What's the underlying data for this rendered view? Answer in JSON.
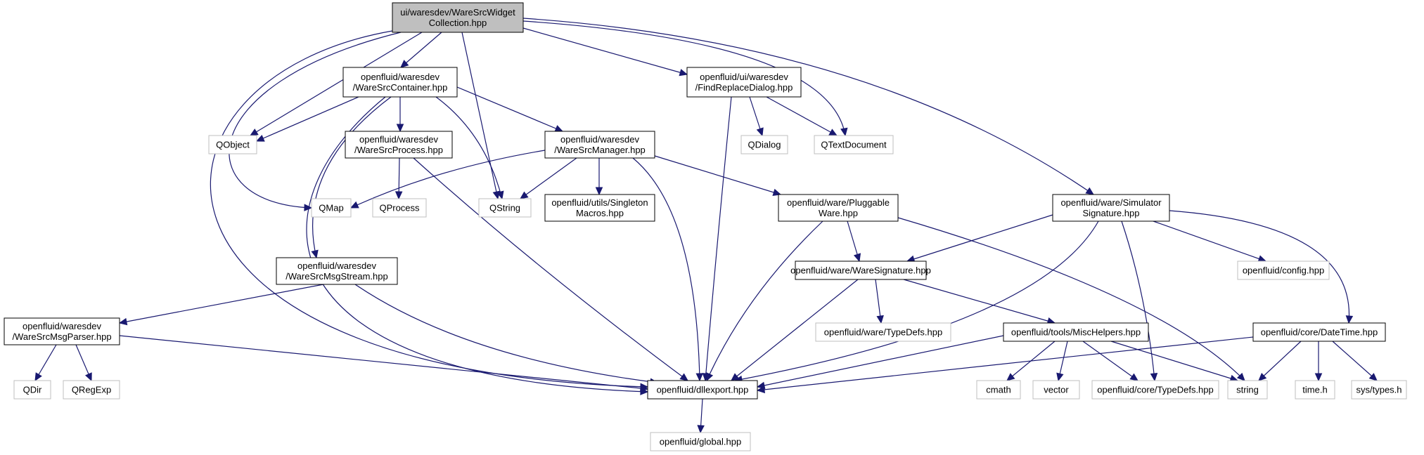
{
  "graph": {
    "nodes": [
      {
        "id": "root",
        "kind": "focus",
        "lines": [
          "ui/waresdev/WareSrcWidget",
          "Collection.hpp"
        ]
      },
      {
        "id": "container",
        "kind": "solid",
        "lines": [
          "openfluid/waresdev",
          "/WareSrcContainer.hpp"
        ]
      },
      {
        "id": "findreplace",
        "kind": "solid",
        "lines": [
          "openfluid/ui/waresdev",
          "/FindReplaceDialog.hpp"
        ]
      },
      {
        "id": "qobject",
        "kind": "ext",
        "lines": [
          "QObject"
        ]
      },
      {
        "id": "process",
        "kind": "solid",
        "lines": [
          "openfluid/waresdev",
          "/WareSrcProcess.hpp"
        ]
      },
      {
        "id": "manager",
        "kind": "solid",
        "lines": [
          "openfluid/waresdev",
          "/WareSrcManager.hpp"
        ]
      },
      {
        "id": "qdialog",
        "kind": "ext",
        "lines": [
          "QDialog"
        ]
      },
      {
        "id": "qtextdocument",
        "kind": "ext",
        "lines": [
          "QTextDocument"
        ]
      },
      {
        "id": "qmap",
        "kind": "ext",
        "lines": [
          "QMap"
        ]
      },
      {
        "id": "qprocess",
        "kind": "ext",
        "lines": [
          "QProcess"
        ]
      },
      {
        "id": "qstring",
        "kind": "ext",
        "lines": [
          "QString"
        ]
      },
      {
        "id": "singleton",
        "kind": "solid",
        "lines": [
          "openfluid/utils/Singleton",
          "Macros.hpp"
        ]
      },
      {
        "id": "pluggable",
        "kind": "solid",
        "lines": [
          "openfluid/ware/Pluggable",
          "Ware.hpp"
        ]
      },
      {
        "id": "simsig",
        "kind": "solid",
        "lines": [
          "openfluid/ware/Simulator",
          "Signature.hpp"
        ]
      },
      {
        "id": "msgstream",
        "kind": "solid",
        "lines": [
          "openfluid/waresdev",
          "/WareSrcMsgStream.hpp"
        ]
      },
      {
        "id": "waresig",
        "kind": "solid",
        "lines": [
          "openfluid/ware/WareSignature.hpp"
        ]
      },
      {
        "id": "config",
        "kind": "ext",
        "lines": [
          "openfluid/config.hpp"
        ]
      },
      {
        "id": "msgparser",
        "kind": "solid",
        "lines": [
          "openfluid/waresdev",
          "/WareSrcMsgParser.hpp"
        ]
      },
      {
        "id": "waretypedefs",
        "kind": "ext",
        "lines": [
          "openfluid/ware/TypeDefs.hpp"
        ]
      },
      {
        "id": "mischelpers",
        "kind": "solid",
        "lines": [
          "openfluid/tools/MiscHelpers.hpp"
        ]
      },
      {
        "id": "datetime",
        "kind": "solid",
        "lines": [
          "openfluid/core/DateTime.hpp"
        ]
      },
      {
        "id": "qdir",
        "kind": "ext",
        "lines": [
          "QDir"
        ]
      },
      {
        "id": "qregexp",
        "kind": "ext",
        "lines": [
          "QRegExp"
        ]
      },
      {
        "id": "dllexport",
        "kind": "solid",
        "lines": [
          "openfluid/dllexport.hpp"
        ]
      },
      {
        "id": "cmath",
        "kind": "ext",
        "lines": [
          "cmath"
        ]
      },
      {
        "id": "vector",
        "kind": "ext",
        "lines": [
          "vector"
        ]
      },
      {
        "id": "coretypedefs",
        "kind": "ext",
        "lines": [
          "openfluid/core/TypeDefs.hpp"
        ]
      },
      {
        "id": "string",
        "kind": "ext",
        "lines": [
          "string"
        ]
      },
      {
        "id": "timeh",
        "kind": "ext",
        "lines": [
          "time.h"
        ]
      },
      {
        "id": "systypes",
        "kind": "ext",
        "lines": [
          "sys/types.h"
        ]
      },
      {
        "id": "global",
        "kind": "ext",
        "lines": [
          "openfluid/global.hpp"
        ]
      }
    ],
    "edges": [
      {
        "from": "root",
        "to": "container"
      },
      {
        "from": "root",
        "to": "findreplace"
      },
      {
        "from": "root",
        "to": "qobject"
      },
      {
        "from": "root",
        "to": "qtextdocument"
      },
      {
        "from": "root",
        "to": "qmap"
      },
      {
        "from": "root",
        "to": "qstring"
      },
      {
        "from": "root",
        "to": "simsig"
      },
      {
        "from": "root",
        "to": "dllexport"
      },
      {
        "from": "container",
        "to": "qobject"
      },
      {
        "from": "container",
        "to": "process"
      },
      {
        "from": "container",
        "to": "manager"
      },
      {
        "from": "container",
        "to": "qstring"
      },
      {
        "from": "container",
        "to": "msgstream"
      },
      {
        "from": "container",
        "to": "dllexport"
      },
      {
        "from": "findreplace",
        "to": "qdialog"
      },
      {
        "from": "findreplace",
        "to": "qtextdocument"
      },
      {
        "from": "findreplace",
        "to": "dllexport"
      },
      {
        "from": "process",
        "to": "qprocess"
      },
      {
        "from": "process",
        "to": "dllexport"
      },
      {
        "from": "manager",
        "to": "qmap"
      },
      {
        "from": "manager",
        "to": "qstring"
      },
      {
        "from": "manager",
        "to": "singleton"
      },
      {
        "from": "manager",
        "to": "pluggable"
      },
      {
        "from": "manager",
        "to": "dllexport"
      },
      {
        "from": "pluggable",
        "to": "waresig"
      },
      {
        "from": "pluggable",
        "to": "string"
      },
      {
        "from": "pluggable",
        "to": "dllexport"
      },
      {
        "from": "simsig",
        "to": "waresig"
      },
      {
        "from": "simsig",
        "to": "config"
      },
      {
        "from": "simsig",
        "to": "datetime"
      },
      {
        "from": "simsig",
        "to": "coretypedefs"
      },
      {
        "from": "simsig",
        "to": "dllexport"
      },
      {
        "from": "msgstream",
        "to": "msgparser"
      },
      {
        "from": "msgstream",
        "to": "dllexport"
      },
      {
        "from": "waresig",
        "to": "waretypedefs"
      },
      {
        "from": "waresig",
        "to": "mischelpers"
      },
      {
        "from": "waresig",
        "to": "dllexport"
      },
      {
        "from": "msgparser",
        "to": "qdir"
      },
      {
        "from": "msgparser",
        "to": "qregexp"
      },
      {
        "from": "msgparser",
        "to": "dllexport"
      },
      {
        "from": "mischelpers",
        "to": "cmath"
      },
      {
        "from": "mischelpers",
        "to": "vector"
      },
      {
        "from": "mischelpers",
        "to": "coretypedefs"
      },
      {
        "from": "mischelpers",
        "to": "string"
      },
      {
        "from": "mischelpers",
        "to": "dllexport"
      },
      {
        "from": "datetime",
        "to": "string"
      },
      {
        "from": "datetime",
        "to": "timeh"
      },
      {
        "from": "datetime",
        "to": "systypes"
      },
      {
        "from": "datetime",
        "to": "dllexport"
      },
      {
        "from": "dllexport",
        "to": "global"
      }
    ]
  }
}
